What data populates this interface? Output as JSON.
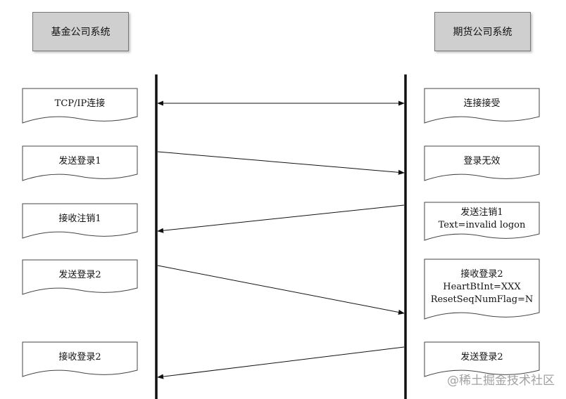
{
  "header_left": "基金公司系统",
  "header_right": "期货公司系统",
  "steps": [
    {
      "left": [
        "TCP/IP连接"
      ],
      "right": [
        "连接接受"
      ],
      "direction": "both"
    },
    {
      "left": [
        "发送登录1"
      ],
      "right": [
        "登录无效"
      ],
      "direction": "to-right"
    },
    {
      "left": [
        "接收注销1"
      ],
      "right": [
        "发送注销1",
        "Text=invalid logon"
      ],
      "direction": "to-left"
    },
    {
      "left": [
        "发送登录2"
      ],
      "right": [
        "接收登录2",
        "HeartBtInt=XXX",
        "ResetSeqNumFlag=N"
      ],
      "direction": "to-right"
    },
    {
      "left": [
        "接收登录2"
      ],
      "right": [
        "发送登录2"
      ],
      "direction": "to-left"
    }
  ],
  "watermark": "@稀土掘金技术社区"
}
